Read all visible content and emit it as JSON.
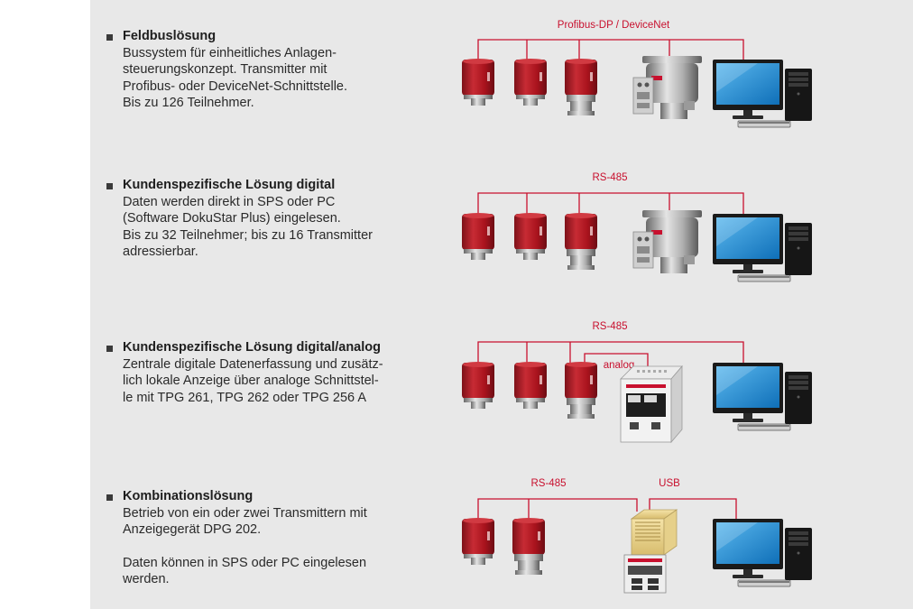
{
  "sections": [
    {
      "title": "Feldbuslösung",
      "description": "Bussystem für einheitliches Anlagen-\nsteuerungskonzept. Transmitter mit\nProfibus- oder DeviceNet-Schnittstelle.\nBis zu 126 Teilnehmer.",
      "bus_labels": [
        "Profibus-DP / DeviceNet"
      ]
    },
    {
      "title": "Kundenspezifische Lösung digital",
      "description": "Daten werden direkt in SPS oder PC\n(Software DokuStar Plus) eingelesen.\nBis zu 32 Teilnehmer; bis zu 16 Transmitter\nadressierbar.",
      "bus_labels": [
        "RS-485"
      ]
    },
    {
      "title": "Kundenspezifische Lösung digital/analog",
      "description": "Zentrale digitale Datenerfassung und zusätz-\nlich lokale Anzeige über analoge Schnittstel-\nle mit TPG 261, TPG 262 oder TPG 256 A",
      "bus_labels": [
        "RS-485",
        "analog"
      ]
    },
    {
      "title": "Kombinationslösung",
      "description": "Betrieb von ein oder zwei Transmittern mit\nAnzeigegerät DPG 202.\n\nDaten können in SPS oder PC eingelesen\nwerden.",
      "bus_labels": [
        "RS-485",
        "USB"
      ]
    }
  ],
  "colors": {
    "bus_line": "#c8102e",
    "transmitter_body": "#b3202a",
    "panel_background": "#e8e8e8",
    "monitor_screen": "#1f8fd6"
  },
  "icons": [
    "transmitter-icon",
    "turbopump-icon",
    "display-unit-icon",
    "dpg-display-icon",
    "computer-icon"
  ]
}
